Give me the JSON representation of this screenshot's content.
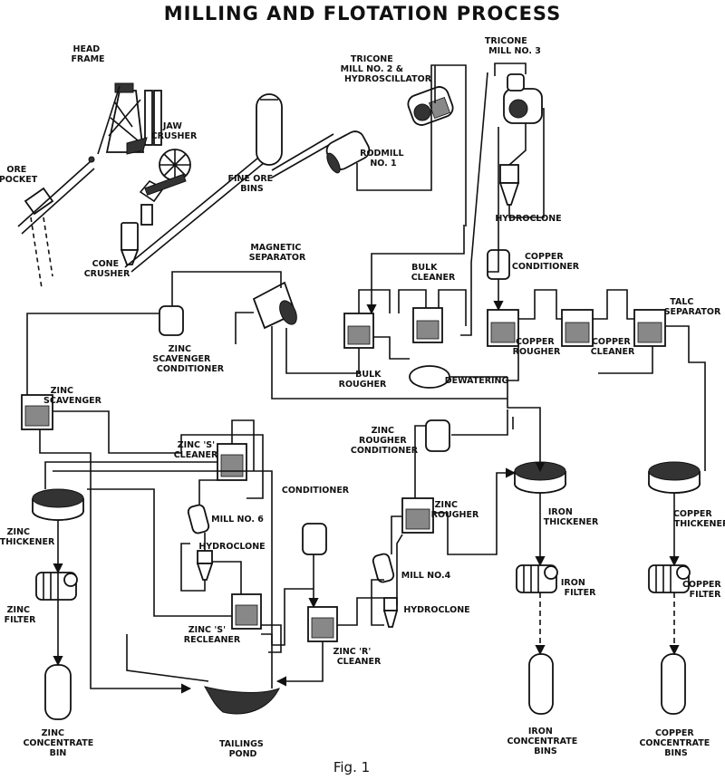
{
  "title": "MILLING AND FLOTATION PROCESS",
  "figure_caption": "Fig. 1",
  "labels": {
    "head_frame": [
      "HEAD",
      "FRAME"
    ],
    "ore_pocket": [
      "ORE",
      "POCKET"
    ],
    "jaw_crusher": [
      "JAW",
      "CRUSHER"
    ],
    "cone_crusher": [
      "CONE",
      "CRUSHER"
    ],
    "fine_ore_bins": [
      "FINE ORE",
      "BINS"
    ],
    "rodmill": [
      "RODMILL",
      "NO. 1"
    ],
    "tricone2": [
      "TRICONE",
      "MILL NO. 2 &",
      "HYDROSCILLATOR"
    ],
    "tricone3": [
      "TRICONE",
      "MILL NO. 3"
    ],
    "hydroclone_top": "HYDROCLONE",
    "copper_conditioner": [
      "COPPER",
      "CONDITIONER"
    ],
    "magnetic_separator": [
      "MAGNETIC",
      "SEPARATOR"
    ],
    "bulk_cleaner": [
      "BULK",
      "CLEANER"
    ],
    "talc_separator": [
      "TALC",
      "SEPARATOR"
    ],
    "zinc_scav_cond": [
      "ZINC",
      "SCAVENGER",
      "CONDITIONER"
    ],
    "bulk_rougher": [
      "BULK",
      "ROUGHER"
    ],
    "dewatering": "DEWATERING",
    "copper_rougher": [
      "COPPER",
      "ROUGHER"
    ],
    "copper_cleaner": [
      "COPPER",
      "CLEANER"
    ],
    "zinc_scavenger": [
      "ZINC",
      "SCAVENGER"
    ],
    "zinc_s_cleaner": [
      "ZINC 'S'",
      "CLEANER"
    ],
    "zinc_rougher_cond": [
      "ZINC",
      "ROUGHER",
      "CONDITIONER"
    ],
    "conditioner": "CONDITIONER",
    "zinc_rougher": [
      "ZINC",
      "ROUGHER"
    ],
    "mill6": "MILL NO. 6",
    "hydroclone_mid": "HYDROCLONE",
    "mill4": "MILL NO.4",
    "hydroclone_right": "HYDROCLONE",
    "zinc_thickener": [
      "ZINC",
      "THICKENER"
    ],
    "zinc_filter": [
      "ZINC",
      "FILTER"
    ],
    "zinc_s_recleaner": [
      "ZINC 'S'",
      "RECLEANER"
    ],
    "zinc_r_cleaner": [
      "ZINC 'R'",
      "CLEANER"
    ],
    "iron_thickener": [
      "IRON",
      "THICKENER"
    ],
    "iron_filter": [
      "IRON",
      "FILTER"
    ],
    "copper_thickener": [
      "COPPER",
      "THICKENER"
    ],
    "copper_filter": [
      "COPPER",
      "FILTER"
    ],
    "zinc_conc_bin": [
      "ZINC",
      "CONCENTRATE",
      "BIN"
    ],
    "tailings_pond": [
      "TAILINGS",
      "POND"
    ],
    "iron_conc_bins": [
      "IRON",
      "CONCENTRATE",
      "BINS"
    ],
    "copper_conc_bins": [
      "COPPER",
      "CONCENTRATE",
      "BINS"
    ]
  }
}
